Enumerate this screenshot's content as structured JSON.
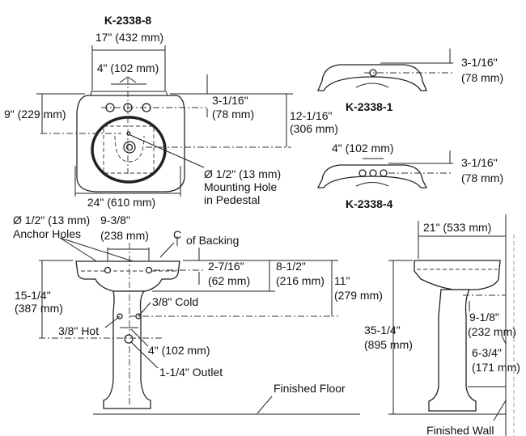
{
  "top_view": {
    "model": "K-2338-8",
    "overall_width_top": "17\" (432 mm)",
    "faucet_spacing": "4\" (102 mm)",
    "depth_to_drain": "9\" (229 mm)",
    "faucet_offset_a": "3-1/16\"",
    "faucet_offset_b": "(78 mm)",
    "overall_depth_a": "12-1/16\"",
    "overall_depth_b": "(306 mm)",
    "mounting_hole_a": "Ø 1/2\" (13 mm)",
    "mounting_hole_b": "Mounting Hole",
    "mounting_hole_c": "in Pedestal",
    "overall_width": "24\" (610 mm)"
  },
  "variant_1": {
    "model": "K-2338-1",
    "offset_a": "3-1/16\"",
    "offset_b": "(78 mm)"
  },
  "variant_4": {
    "model": "K-2338-4",
    "spacing": "4\" (102 mm)",
    "offset_a": "3-1/16\"",
    "offset_b": "(78 mm)"
  },
  "front_view": {
    "anchor_a": "Ø 1/2\" (13 mm)",
    "anchor_b": "Anchor Holes",
    "anchor_spacing_a": "9-3/8\"",
    "anchor_spacing_b": "(238 mm)",
    "centerline_symbol": "C",
    "centerline_label": "of Backing",
    "anchor_drop_a": "2-7/16\"",
    "anchor_drop_b": "(62 mm)",
    "bowl_depth_a": "8-1/2\"",
    "bowl_depth_b": "(216 mm)",
    "supply_drop_a": "11\"",
    "supply_drop_b": "(279 mm)",
    "outlet_drop_a": "15-1/4\"",
    "outlet_drop_b": "(387 mm)",
    "cold": "3/8\" Cold",
    "hot": "3/8\" Hot",
    "supply_spacing": "4\" (102 mm)",
    "outlet": "1-1/4\" Outlet",
    "floor": "Finished Floor"
  },
  "side_view": {
    "depth": "21\" (533 mm)",
    "height_a": "35-1/4\"",
    "height_b": "(895 mm)",
    "outlet_from_wall_a": "9-1/8\"",
    "outlet_from_wall_b": "(232 mm)",
    "supply_from_wall_a": "6-3/4\"",
    "supply_from_wall_b": "(171 mm)",
    "wall": "Finished Wall"
  }
}
